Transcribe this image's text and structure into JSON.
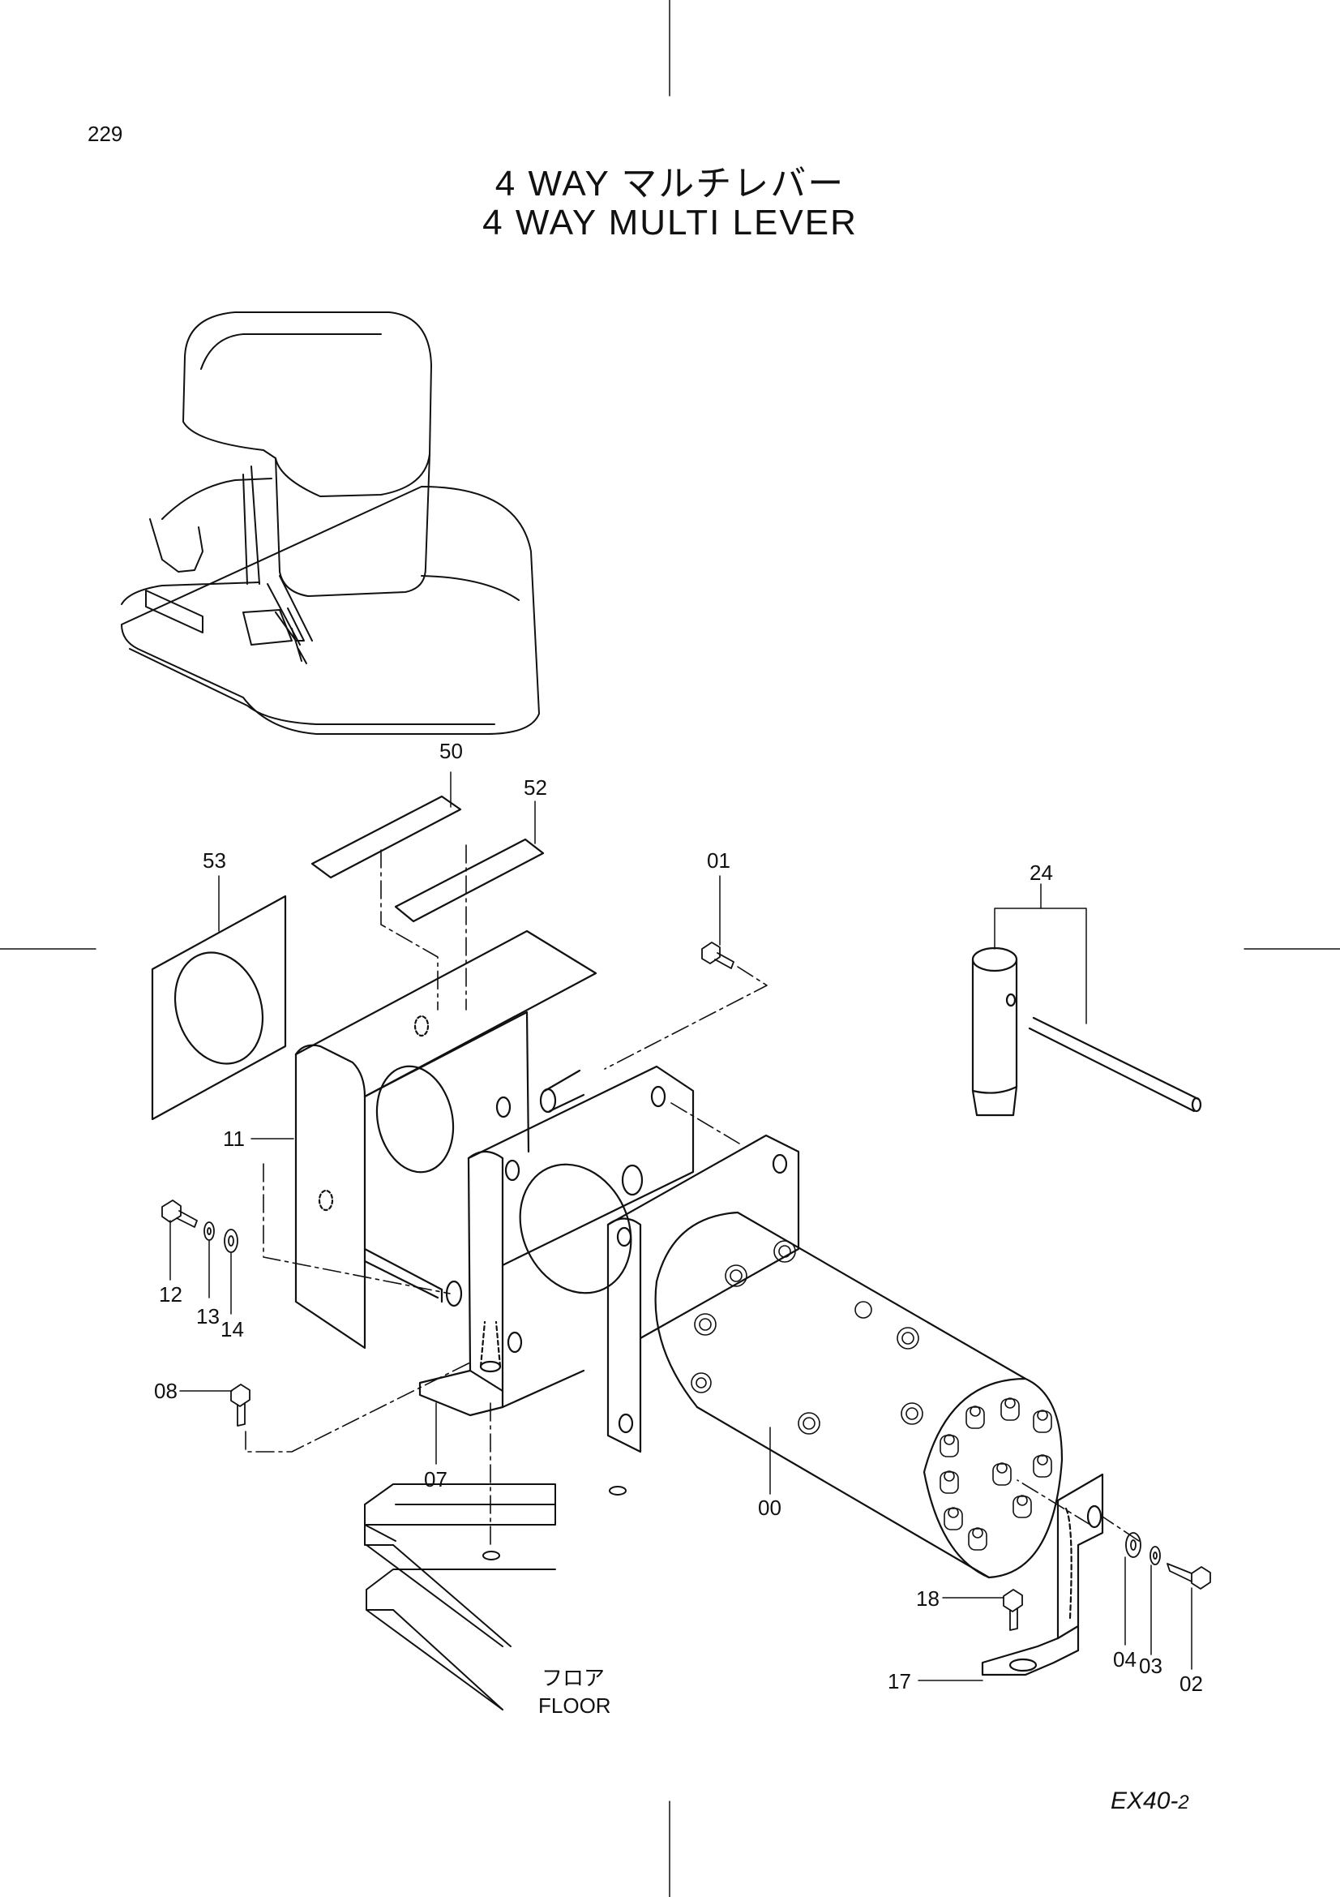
{
  "page_number": "229",
  "title_ja": "4 WAY マルチレバー",
  "title_en": "4 WAY MULTI LEVER",
  "model_code": {
    "main": "EX40-",
    "sub": "2"
  },
  "floor_label": {
    "ja": "フロア",
    "en": "FLOOR"
  },
  "callouts": {
    "c00": "00",
    "c01": "01",
    "c02": "02",
    "c03": "03",
    "c04": "04",
    "c07": "07",
    "c08": "08",
    "c11": "11",
    "c12": "12",
    "c13": "13",
    "c14": "14",
    "c17": "17",
    "c18": "18",
    "c24": "24",
    "c50": "50",
    "c52": "52",
    "c53": "53"
  }
}
